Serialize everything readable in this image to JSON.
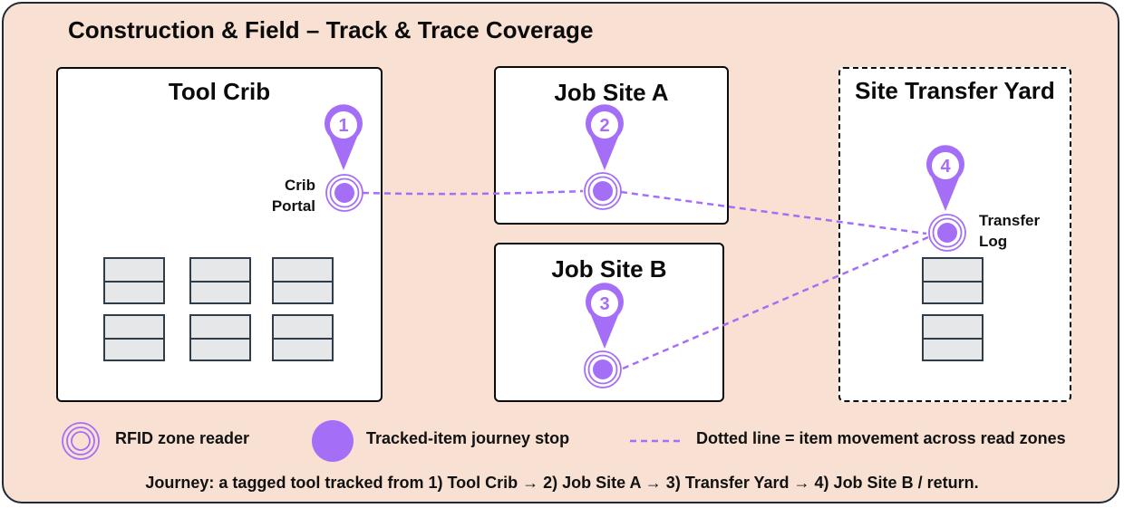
{
  "title": "Construction & Field – Track & Trace Coverage",
  "colors": {
    "background": "#f8e0d3",
    "accent": "#a56ef7",
    "stroke_dark": "#0b0b0b",
    "shelf_fill": "#e6e7e9"
  },
  "zones": {
    "tool_crib": "Tool Crib",
    "job_site_a": "Job Site A",
    "job_site_b": "Job Site B",
    "transfer_yard": "Site Transfer Yard"
  },
  "stops": [
    "1",
    "2",
    "3",
    "4"
  ],
  "reader_labels": {
    "crib_portal_line1": "Crib",
    "crib_portal_line2": "Portal",
    "transfer_log_line1": "Transfer",
    "transfer_log_line2": "Log"
  },
  "legend": {
    "reader": "RFID zone reader",
    "stop": "Tracked-item journey stop",
    "line": "Dotted line = item movement across read zones"
  },
  "footer": "Journey: a tagged tool tracked from 1) Tool Crib → 2) Job Site A → 3) Transfer Yard → 4) Job Site B / return.",
  "icons": [
    "map-pin-icon",
    "rfid-reader-icon",
    "shelf-icon"
  ]
}
